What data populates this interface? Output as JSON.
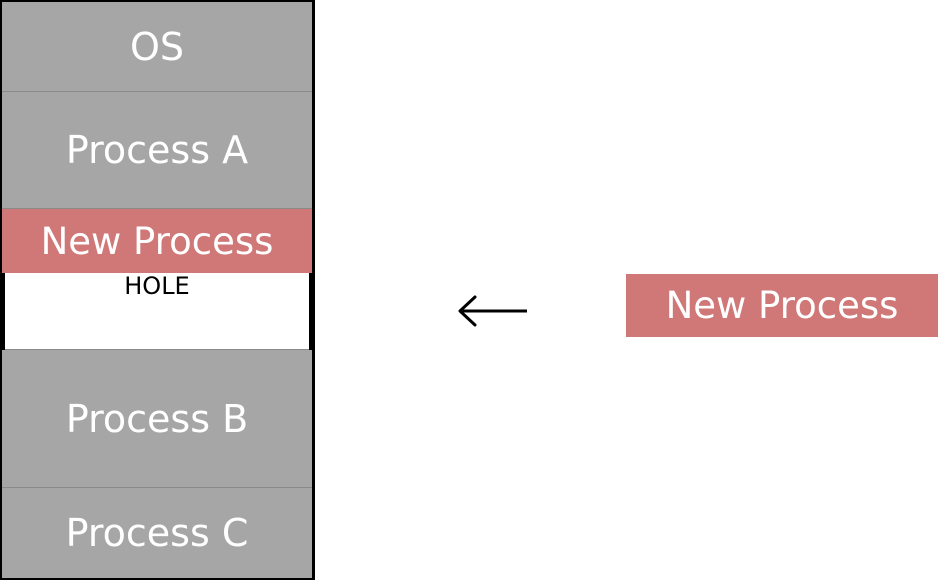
{
  "memory": {
    "blocks": [
      {
        "label": "OS"
      },
      {
        "label": "Process A"
      },
      {
        "label": "New Process"
      },
      {
        "label": "HOLE"
      },
      {
        "label": "Process B"
      },
      {
        "label": "Process C"
      }
    ]
  },
  "incoming": {
    "label": "New Process",
    "arrow_icon": "left-arrow-icon"
  },
  "colors": {
    "process_fill": "#a6a6a6",
    "new_process_fill": "#d07878",
    "hole_fill": "#ffffff"
  }
}
